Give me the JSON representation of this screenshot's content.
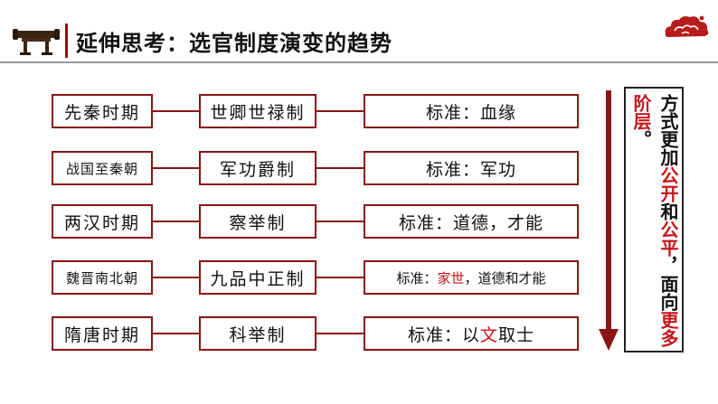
{
  "slide": {
    "title": "延伸思考：选官制度演变的趋势"
  },
  "rows": [
    {
      "era": "先秦时期",
      "system": "世卿世禄制",
      "standard": [
        {
          "text": "标准：血缘",
          "highlight": false
        }
      ]
    },
    {
      "era": "战国至秦朝",
      "system": "军功爵制",
      "standard": [
        {
          "text": "标准：军功",
          "highlight": false
        }
      ]
    },
    {
      "era": "两汉时期",
      "system": "察举制",
      "standard": [
        {
          "text": "标准：道德，才能",
          "highlight": false
        }
      ]
    },
    {
      "era": "魏晋南北朝",
      "system": "九品中正制",
      "standard": [
        {
          "text": "标准：",
          "highlight": false
        },
        {
          "text": "家世",
          "highlight": true
        },
        {
          "text": "，道德和才能",
          "highlight": false
        }
      ]
    },
    {
      "era": "隋唐时期",
      "system": "科举制",
      "standard": [
        {
          "text": "标准：以",
          "highlight": false
        },
        {
          "text": "文",
          "highlight": true
        },
        {
          "text": "取士",
          "highlight": false
        }
      ]
    }
  ],
  "summary": [
    {
      "text": "方式更加",
      "highlight": false
    },
    {
      "text": "公开",
      "highlight": true
    },
    {
      "text": "和",
      "highlight": false
    },
    {
      "text": "公平",
      "highlight": true
    },
    {
      "text": "，面向",
      "highlight": false
    },
    {
      "text": "更多阶层",
      "highlight": true
    },
    {
      "text": "。",
      "highlight": false
    }
  ],
  "colors": {
    "accent": "#8a1414",
    "highlight": "#c4161c",
    "arrow": "#8a1414"
  },
  "icons": {
    "title_icon": "scroll-desk-icon",
    "corner_icon": "red-cloud-icon",
    "trend_arrow": "down-arrow-icon"
  }
}
